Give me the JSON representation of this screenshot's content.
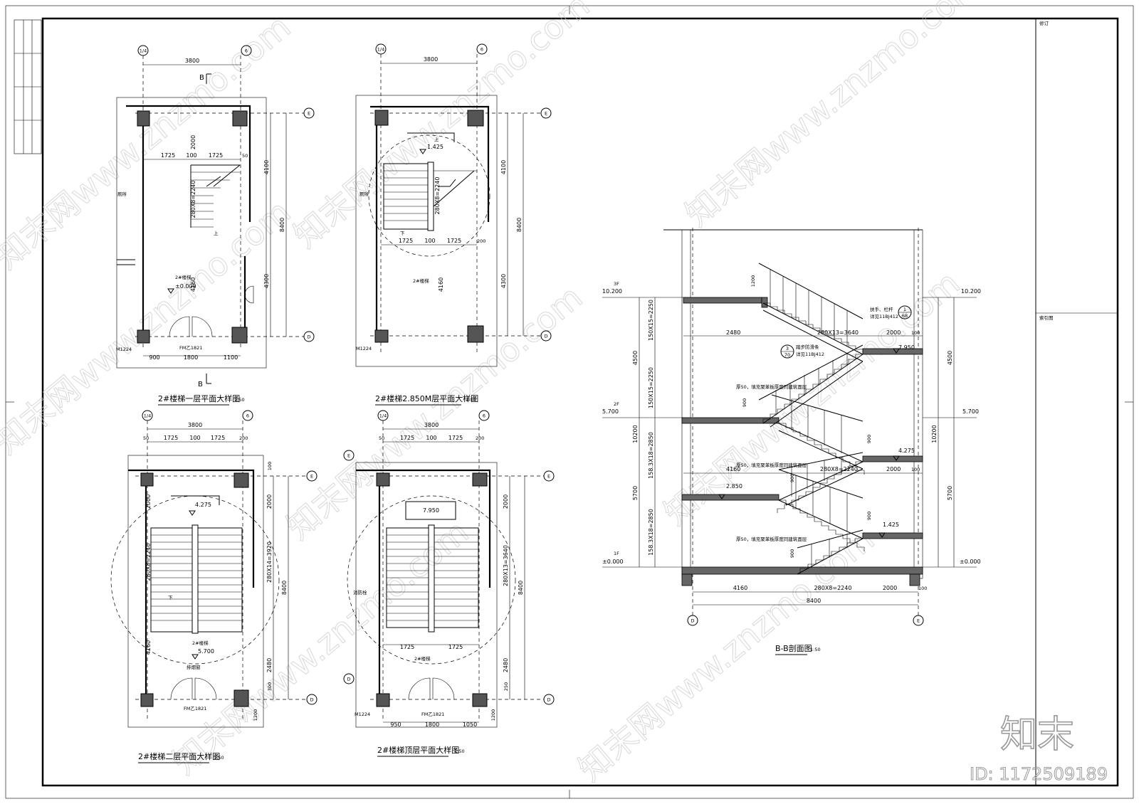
{
  "drawings": {
    "plan1": {
      "title": "2#楼梯一层平面大样图",
      "scale": "1:50"
    },
    "plan2": {
      "title": "2#楼梯2.850M层平面大样图",
      "scale": "1:50"
    },
    "plan3": {
      "title": "2#楼梯二层平面大样图",
      "scale": "1:50"
    },
    "plan4": {
      "title": "2#楼梯顶层平面大样图",
      "scale": "1:50"
    },
    "section": {
      "title": "B-B剖面图",
      "scale": "1:50"
    }
  },
  "grid_labels": {
    "a": "1/4",
    "b": "6",
    "c": "E",
    "d": "D"
  },
  "section_mark": "B",
  "stair_name": "2#楼梯",
  "door_code": "FM乙1821",
  "window_code": "M1224",
  "room_label": "厕所",
  "dims": {
    "w3800": "3800",
    "w1725": "1725",
    "w100": "100",
    "w50": "50",
    "w200": "200",
    "w900": "900",
    "w1800": "1800",
    "w1100": "1100",
    "w950": "950",
    "w1050": "1050",
    "h2000": "2000",
    "h4100": "4100",
    "h8400": "8400",
    "h4300": "4300",
    "h4160": "4160",
    "h2480": "2480",
    "h1200": "1200",
    "h300": "300",
    "h250": "250",
    "run8": "280X8=2240",
    "run14": "280X14=3920",
    "run13": "280X13=3640",
    "run13s": "280X13=3640",
    "run8s": "280X8=2240"
  },
  "levels": {
    "l0": "±0.000",
    "l1425": "1.425",
    "l4275": "4.275",
    "l5700": "5.700",
    "l7950": "7.950",
    "l10200": "10.200",
    "l2850": "2.850"
  },
  "section_dims": {
    "h4500": "4500",
    "h5700": "5700",
    "h10200": "10200",
    "r15": "150X15=2250",
    "r18": "158.3X18=2850",
    "w2480": "2480",
    "w2000": "2000",
    "w4160": "4160",
    "w8400": "8400",
    "w100": "100",
    "w900": "900",
    "w1200": "1200"
  },
  "floor_marks": {
    "f1": "1F",
    "f2": "2F",
    "f3": "3F"
  },
  "notes": {
    "handrail": "扶手、栏杆",
    "handrail_ref": "详见11BJ412",
    "antislip": "踏步防滑条",
    "antislip_ref": "详见11BJ412",
    "slab_note": "厚50，填充聚苯板厚度同建筑面层",
    "lower_label": "下",
    "upper_label": "上",
    "smoke_label": "排烟窗",
    "detail_a": "1",
    "detail_a2": "68",
    "detail_b": "3",
    "detail_b2": "70",
    "fire_label": "消防栓"
  },
  "title_block": {
    "revision": "修订",
    "key_plan": "索引图"
  },
  "watermark": {
    "site": "知末网www.znzmo.com",
    "brand": "知末",
    "id": "ID: 1172509189"
  }
}
